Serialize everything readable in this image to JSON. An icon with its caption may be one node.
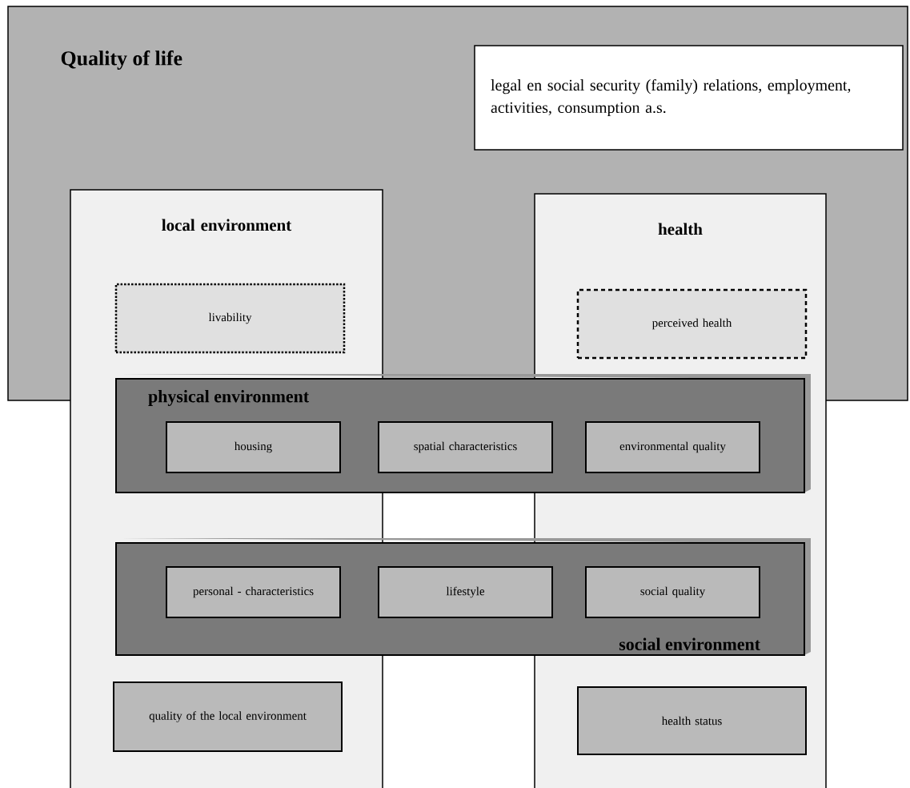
{
  "diagram": {
    "nodes": [
      {
        "text": [
          "Quality of life"
        ]
      },
      {
        "text": [
          "legal en social security (family) relations, employment, activities, consumption a.s."
        ],
        "in": 0
      },
      {
        "text": [
          "local environment"
        ]
      },
      {
        "text": [
          "livability"
        ]
      },
      {
        "text": [
          "health"
        ]
      },
      {
        "text": [
          "perceived health"
        ]
      },
      {
        "text": [
          "physical environment"
        ]
      },
      {
        "text": [
          "housing"
        ]
      },
      {
        "text": [
          "spatial characteristics"
        ],
        "in": 6
      },
      {
        "text": [
          "environmental quality"
        ]
      },
      {
        "text": [
          "social environment"
        ]
      },
      {
        "text": [
          "personal - characteristics"
        ]
      },
      {
        "text": [
          "lifestyle"
        ],
        "in": 10
      },
      {
        "text": [
          "social quality"
        ]
      },
      {
        "text": [
          "quality of the local environment"
        ],
        "in": 2
      },
      {
        "text": [
          "health status"
        ],
        "in": 4
      }
    ]
  }
}
